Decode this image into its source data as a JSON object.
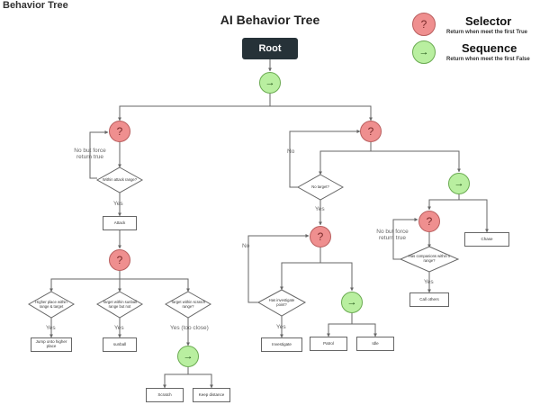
{
  "page_heading": "Behavior Tree",
  "title": "AI Behavior Tree",
  "root_label": "Root",
  "legend": {
    "selector": {
      "symbol": "?",
      "title": "Selector",
      "desc": "Return when meet the first True",
      "color": "#ef8f8f"
    },
    "sequence": {
      "symbol": "→",
      "title": "Sequence",
      "desc": "Return when meet the first False",
      "color": "#b9efa0"
    }
  },
  "symbols": {
    "selector": "?",
    "sequence": "→"
  },
  "conditions": {
    "within_attack_range": "Within attack range?",
    "no_target": "No target?",
    "has_companions": "Has companions within x range?",
    "higher_place": "Higher place within range & target",
    "target_sunball": "Target within sunball range but not",
    "target_scratch": "Target within scratch range?",
    "has_investigate": "Has investigate point?"
  },
  "actions": {
    "attack": "Attack",
    "jump": "Jump onto higher place",
    "sunball": "sunball",
    "scratch": "Scratch",
    "keep_distance": "Keep distance",
    "investigate": "Investigate",
    "patrol": "Patrol",
    "idle": "Idle",
    "chase": "Chase",
    "call_others": "Call others"
  },
  "edge_labels": {
    "no_but_force_1": "No but force return true",
    "yes_attack": "Yes",
    "no_target_no": "No",
    "no_target_yes": "Yes",
    "no_investigate": "No",
    "no_but_force_2": "No but force return true",
    "yes_higher": "Yes",
    "yes_sunball": "Yes",
    "yes_too_close": "Yes (too close)",
    "yes_investigate": "Yes",
    "yes_companions": "Yes"
  }
}
